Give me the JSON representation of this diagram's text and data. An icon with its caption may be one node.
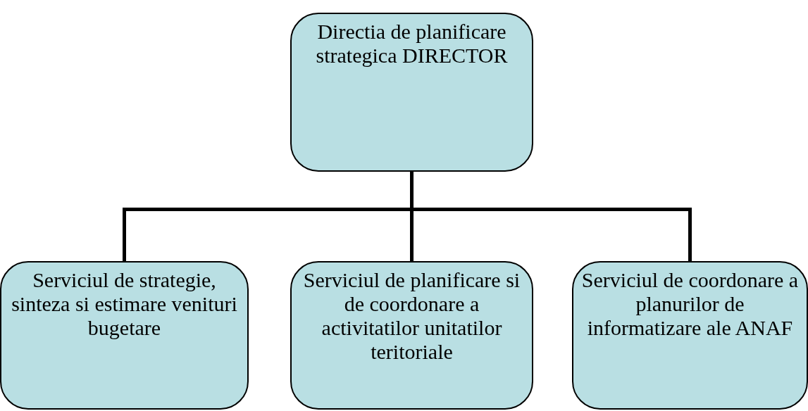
{
  "diagram": {
    "nodes": [
      {
        "text": [
          "Directia de planificare strategica DIRECTOR"
        ]
      },
      {
        "text": [
          "Serviciul de strategie, sinteza si estimare venituri bugetare"
        ]
      },
      {
        "text": [
          "Serviciul de planificare si de coordonare a activitatilor unitatilor teritoriale"
        ]
      },
      {
        "text": [
          "Serviciul de coordonare a planurilor de informatizare ale ANAF"
        ]
      }
    ],
    "edges": [
      {
        "from": 0,
        "to": 1,
        "arrow": "none"
      },
      {
        "from": 0,
        "to": 2,
        "arrow": "none"
      },
      {
        "from": 0,
        "to": 3,
        "arrow": "none"
      }
    ]
  }
}
